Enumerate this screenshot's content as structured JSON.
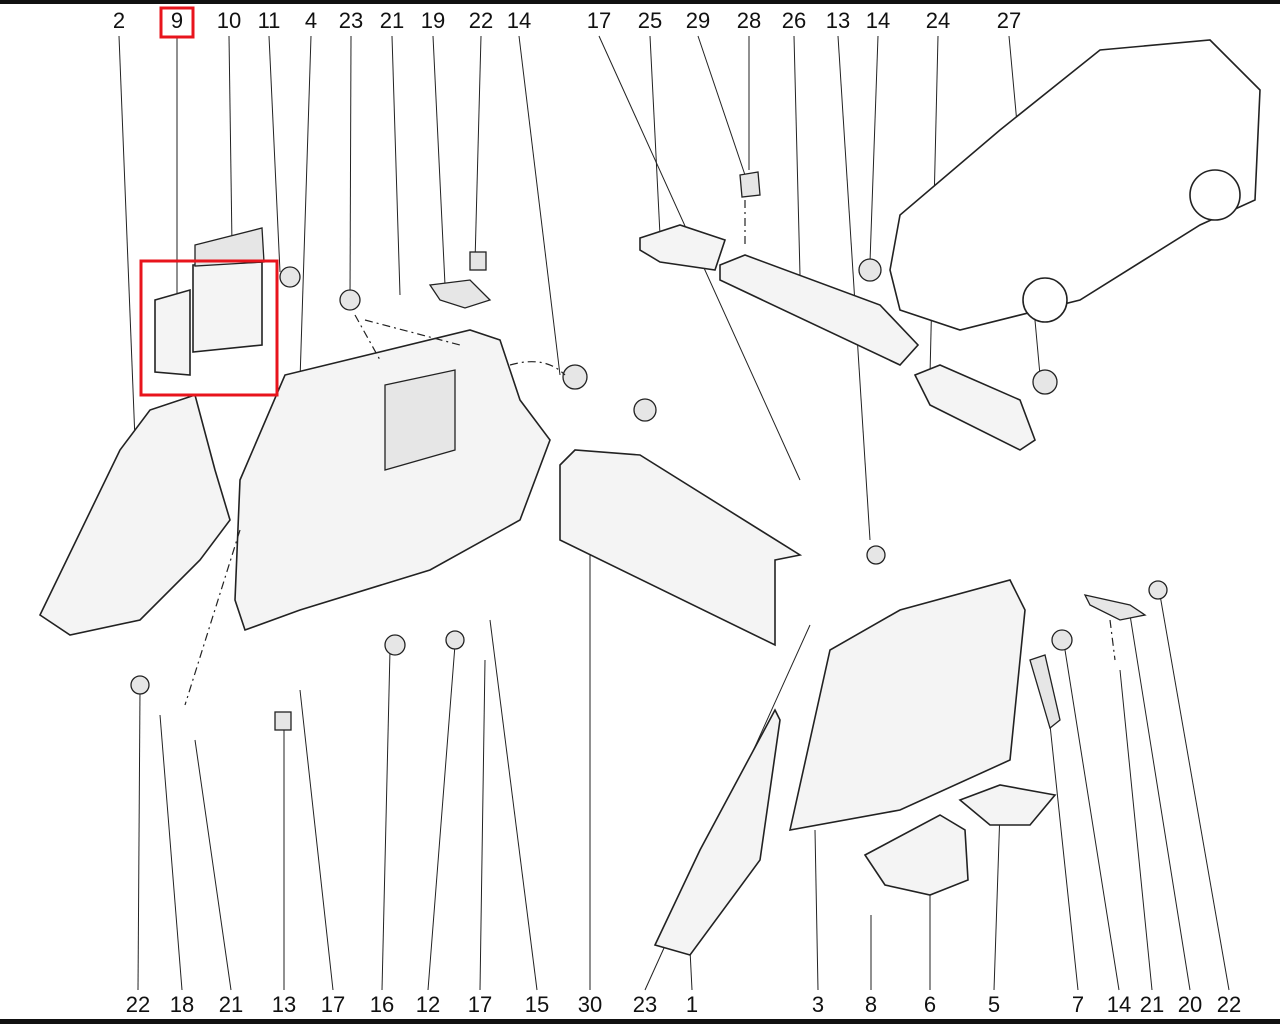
{
  "diagram": {
    "top_callouts": [
      "2",
      "9",
      "10",
      "11",
      "4",
      "23",
      "21",
      "19",
      "22",
      "14",
      "17",
      "25",
      "29",
      "28",
      "26",
      "13",
      "14",
      "24",
      "27"
    ],
    "bottom_callouts": [
      "22",
      "18",
      "21",
      "13",
      "17",
      "16",
      "12",
      "17",
      "15",
      "30",
      "23",
      "1",
      "3",
      "8",
      "6",
      "5",
      "7",
      "14",
      "21",
      "20",
      "22"
    ],
    "highlighted_callout": "9",
    "highlight_color": "#e8141c"
  }
}
